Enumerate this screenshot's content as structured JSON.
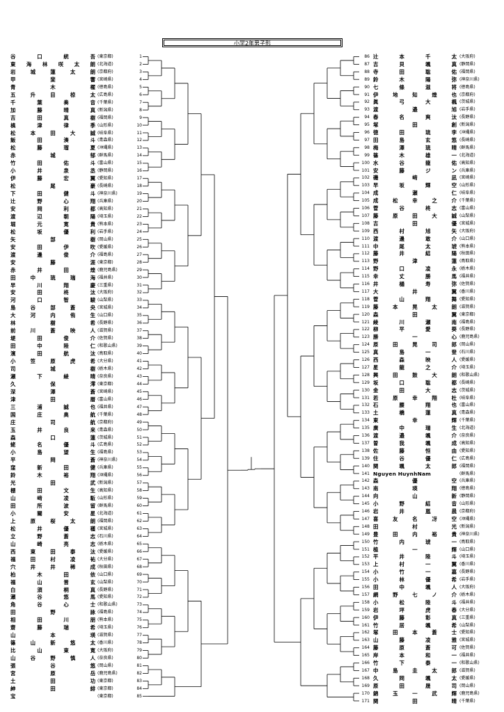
{
  "title": "小学2年男子形",
  "left": [
    {
      "n": "1",
      "name": "谷口 統吾",
      "pref": "(東京都)"
    },
    {
      "n": "2",
      "name": "東海林 咲太朗",
      "pref": "(北海道)"
    },
    {
      "n": "3",
      "name": "岩城 蓮太朗",
      "pref": "(京都府)"
    },
    {
      "n": "4",
      "name": "甲斐 響",
      "pref": "(宮崎県)"
    },
    {
      "n": "5",
      "name": "青木 櫂",
      "pref": "(徳島県)"
    },
    {
      "n": "6",
      "name": "五升目 椋太",
      "pref": "(広島県)"
    },
    {
      "n": "7",
      "name": "千葉 奏音",
      "pref": "(千葉県)"
    },
    {
      "n": "8",
      "name": "加藤 晴真",
      "pref": "(新潟県)"
    },
    {
      "n": "9",
      "name": "吉田 真樹",
      "pref": "(福岡県)"
    },
    {
      "n": "10",
      "name": "槙 津律季",
      "pref": "(山形県)"
    },
    {
      "n": "11",
      "name": "松本 田大誠",
      "pref": "(岐阜県)"
    },
    {
      "n": "12",
      "name": "飯田 湊斗",
      "pref": "(青森県)"
    },
    {
      "n": "13",
      "name": "松藤 瑠夏",
      "pref": "(沖縄県)"
    },
    {
      "n": "14",
      "name": "赤 城 郁",
      "pref": "(群馬県)"
    },
    {
      "n": "15",
      "name": "竹 田 佑斗",
      "pref": "(富山県)"
    },
    {
      "n": "16",
      "name": "小 井泉 丞",
      "pref": "(静岡県)"
    },
    {
      "n": "17",
      "name": "伊藤 宏翼",
      "pref": "(愛知県)"
    },
    {
      "n": "18",
      "name": "松 尾 豪",
      "pref": "(長崎県)"
    },
    {
      "n": "19",
      "name": "下田 健斗",
      "pref": "(神奈川県)"
    },
    {
      "n": "20",
      "name": "辻野 心翔",
      "pref": "(兵庫県)"
    },
    {
      "n": "21",
      "name": "安岡 利都",
      "pref": "(高知県)"
    },
    {
      "n": "22",
      "name": "渡辺 朝陽",
      "pref": "(埼玉県)"
    },
    {
      "n": "23",
      "name": "堀 元 寛貴",
      "pref": "(熊本県)"
    },
    {
      "n": "24",
      "name": "松坂 優利",
      "pref": "(岩手県)"
    },
    {
      "n": "25",
      "name": "矢 部 樹",
      "pref": "(岡山県)"
    },
    {
      "n": "26",
      "name": "安田 伊吹",
      "pref": "(愛媛県)"
    },
    {
      "n": "27",
      "name": "渡邊 俊介",
      "pref": "(福島県)"
    },
    {
      "n": "28",
      "name": "安 藤 涯",
      "pref": "(東京都)"
    },
    {
      "n": "29",
      "name": "赤井 田煌",
      "pref": "(鹿児島県)"
    },
    {
      "n": "30",
      "name": "田中 琉瑞海",
      "pref": "(福井県)"
    },
    {
      "n": "31",
      "name": "早川 翔 慶",
      "pref": "(三重県)"
    },
    {
      "n": "32",
      "name": "安田 柊汰",
      "pref": "(大阪府)"
    },
    {
      "n": "33",
      "name": "河口 智駿",
      "pref": "(山梨県)"
    },
    {
      "n": "34",
      "name": "島谷 部 蒼央",
      "pref": "(宮城県)"
    },
    {
      "n": "35",
      "name": "大河 内侑生",
      "pref": "(山口県)"
    },
    {
      "n": "36",
      "name": "林 樹希",
      "pref": "(長野県)"
    },
    {
      "n": "37",
      "name": "前川 蒼映人",
      "pref": "(滋賀県)"
    },
    {
      "n": "38",
      "name": "堤田 俊介",
      "pref": "(佐賀県)"
    },
    {
      "n": "39",
      "name": "田 中 陸仁",
      "pref": "(和歌山県)"
    },
    {
      "n": "40",
      "name": "濱田 航汰",
      "pref": "(鳥取県)"
    },
    {
      "n": "41",
      "name": "小笠原 虎希",
      "pref": "(大分県)"
    },
    {
      "n": "42",
      "name": "司城 樹",
      "pref": "(栃木県)"
    },
    {
      "n": "43",
      "name": "瀬下 綾晴",
      "pref": "(奈良県)"
    },
    {
      "n": "44",
      "name": "久保 澪",
      "pref": "(東京都)"
    },
    {
      "n": "45",
      "name": "深 澤 蒼",
      "pref": "(宮崎県)"
    },
    {
      "n": "46",
      "name": "津田 暦",
      "pref": "(富山県)"
    },
    {
      "n": "47",
      "name": "三浦 誠也",
      "pref": "(福井県)"
    },
    {
      "n": "48",
      "name": "国庄 奥 航",
      "pref": "(千葉県)"
    },
    {
      "n": "49",
      "name": "庄 司 航",
      "pref": "(京都府)"
    },
    {
      "n": "50",
      "name": "玉井 良来",
      "pref": "(青森県)"
    },
    {
      "n": "51",
      "name": "森 口 蓮",
      "pref": "(茨城県)"
    },
    {
      "n": "52",
      "name": "蛯名 優斗",
      "pref": "(広島県)"
    },
    {
      "n": "53",
      "name": "小島 望生",
      "pref": "(福島県)"
    },
    {
      "n": "54",
      "name": "平 岡 蒼",
      "pref": "(神奈川県)"
    },
    {
      "n": "55",
      "name": "窪 新 田健",
      "pref": "(兵庫県)"
    },
    {
      "n": "56",
      "name": "鈴木 裕翔",
      "pref": "(沖縄県)"
    },
    {
      "n": "57",
      "name": "光田 武",
      "pref": "(新潟県)"
    },
    {
      "n": "58",
      "name": "棚 田 文生",
      "pref": "(高知県)"
    },
    {
      "n": "59",
      "name": "山 﨑 凌 駈",
      "pref": "(山形県)"
    },
    {
      "n": "60",
      "name": "田 所 波留",
      "pref": "(群馬県)"
    },
    {
      "n": "61",
      "name": "小 關 安星",
      "pref": "(北海道)"
    },
    {
      "n": "62",
      "name": "上原 桜太朗",
      "pref": "(福岡県)"
    },
    {
      "n": "63",
      "name": "松 井 優穫",
      "pref": "(宮城県)"
    },
    {
      "n": "64",
      "name": "立野 蒼志",
      "pref": "(石川県)"
    },
    {
      "n": "65",
      "name": "山 崎 亮志",
      "pref": "(栃木県)"
    },
    {
      "n": "66",
      "name": "西 東 田 泰汰",
      "pref": "(愛媛県)"
    },
    {
      "n": "67",
      "name": "福 田 村 凌祐",
      "pref": "(大分県)"
    },
    {
      "n": "68",
      "name": "穴 井 井 稀成",
      "pref": "(秋田県)"
    },
    {
      "n": "69",
      "name": "柏 木 田 依",
      "pref": "(山口県)"
    },
    {
      "n": "70",
      "name": "福 山 晋玄",
      "pref": "(山梨県)"
    },
    {
      "n": "71",
      "name": "白 須 桐真",
      "pref": "(長野県)"
    },
    {
      "n": "72",
      "name": "瀬 谷 悠馬",
      "pref": "(愛知県)"
    },
    {
      "n": "73",
      "name": "角 谷 心士",
      "pref": "(和歌山県)"
    },
    {
      "n": "74",
      "name": "田 野 詠",
      "pref": "(福島県)"
    },
    {
      "n": "75",
      "name": "相 田 川 朋",
      "pref": "(熊本県)"
    },
    {
      "n": "76",
      "name": "齋 藤 瑞希",
      "pref": "(埼玉県)"
    },
    {
      "n": "77",
      "name": "山 本 瑛",
      "pref": "(滋賀県)"
    },
    {
      "n": "78",
      "name": "篠 山 新 悠太",
      "pref": "(香川県)"
    },
    {
      "n": "79",
      "name": "比 山 東 寛",
      "pref": "(大阪府)"
    },
    {
      "n": "80",
      "name": "山 谷 野 慎人",
      "pref": "(奈良県)"
    },
    {
      "n": "81",
      "name": "張 谷 悠",
      "pref": "(岡山県)"
    },
    {
      "n": "82",
      "name": "宮 原 岳",
      "pref": "(鹿児島県)"
    },
    {
      "n": "83",
      "name": "土 田 功",
      "pref": "(東京都)"
    },
    {
      "n": "84",
      "name": "紳 田 緋",
      "pref": "(東京都)"
    },
    {
      "n": "85",
      "name": "宝",
      "pref": "(東京都)"
    }
  ],
  "right": [
    {
      "n": "86",
      "name": "辻本 千太",
      "pref": "(大阪府)"
    },
    {
      "n": "87",
      "name": "吉貝 颯真",
      "pref": "(静岡県)"
    },
    {
      "n": "88",
      "name": "寺田 聡佑",
      "pref": "(福岡県)"
    },
    {
      "n": "89",
      "name": "鈴木 陽弥",
      "pref": "(神奈川県)"
    },
    {
      "n": "90",
      "name": "七條 滋将",
      "pref": "(徳島県)"
    },
    {
      "n": "91",
      "name": "伊地知 煌也",
      "pref": "(京都府)"
    },
    {
      "n": "92",
      "name": "眞弓 大楓",
      "pref": "(茨城県)"
    },
    {
      "n": "93",
      "name": "渡 邉 旭",
      "pref": "(岩手県)"
    },
    {
      "n": "94",
      "name": "春名 爽汰",
      "pref": "(長野県)"
    },
    {
      "n": "95",
      "name": "塚田 創",
      "pref": "(新潟県)"
    },
    {
      "n": "96",
      "name": "徳田 琉李",
      "pref": "(沖縄県)"
    },
    {
      "n": "97",
      "name": "田島 玄悠",
      "pref": "(長崎県)"
    },
    {
      "n": "98",
      "name": "梅澤 琉晴",
      "pref": "(群馬県)"
    },
    {
      "n": "99",
      "name": "篠木 雄一",
      "pref": "(北海道)"
    },
    {
      "n": "100",
      "name": "水谷 龍佑",
      "pref": "(高知県)"
    },
    {
      "n": "101",
      "name": "安藤 ジン",
      "pref": "(兵庫県)"
    },
    {
      "n": "102",
      "name": "磯 﨑 凪",
      "pref": "(宮崎県)"
    },
    {
      "n": "103",
      "name": "早坂 輝空",
      "pref": "(山形県)"
    },
    {
      "n": "104",
      "name": "成 瀬 仁",
      "pref": "(岐阜県)"
    },
    {
      "n": "105",
      "name": "成松 幸之介",
      "pref": "(千葉県)"
    },
    {
      "n": "106",
      "name": "菅谷 柊志",
      "pref": "(富山県)"
    },
    {
      "n": "107",
      "name": "藤原 田大誠",
      "pref": "(山梨県)"
    },
    {
      "n": "108",
      "name": "吉 田 優",
      "pref": "(宮城県)"
    },
    {
      "n": "109",
      "name": "西村 旭矢",
      "pref": "(大阪府)"
    },
    {
      "n": "110",
      "name": "渡邊 敢介",
      "pref": "(山口県)"
    },
    {
      "n": "111",
      "name": "中尾 太琥",
      "pref": "(熊本県)"
    },
    {
      "n": "112",
      "name": "藤 井 結陽",
      "pref": "(秋田県)"
    },
    {
      "n": "113",
      "name": "野 津 蓮",
      "pref": "(鳥取県)"
    },
    {
      "n": "114",
      "name": "野口 凌永",
      "pref": "(栃木県)"
    },
    {
      "n": "115",
      "name": "幸 丈 勝馬",
      "pref": "(福井県)"
    },
    {
      "n": "116",
      "name": "井 樋 寿弥",
      "pref": "(佐賀県)"
    },
    {
      "n": "117",
      "name": "大 井 翼",
      "pref": "(香川県)"
    },
    {
      "n": "118",
      "name": "菅山 翔舞",
      "pref": "(愛知県)"
    },
    {
      "n": "119",
      "name": "藤本 晃太朗",
      "pref": "(滋賀県)"
    },
    {
      "n": "120",
      "name": "森 田 翼",
      "pref": "(東京都)"
    },
    {
      "n": "121",
      "name": "綾川 瀬南",
      "pref": "(福島県)"
    },
    {
      "n": "122",
      "name": "柳 平 愛葵",
      "pref": "(長野県)"
    },
    {
      "n": "123",
      "name": "勝 一 心",
      "pref": "(鹿児島県)"
    },
    {
      "n": "124",
      "name": "原田 晃司郎",
      "pref": "(岡山県)"
    },
    {
      "n": "125",
      "name": "真島 一登",
      "pref": "(石川県)"
    },
    {
      "n": "126",
      "name": "西森 映人",
      "pref": "(愛媛県)"
    },
    {
      "n": "127",
      "name": "星 龍之介",
      "pref": "(埼玉県)"
    },
    {
      "n": "128",
      "name": "興田 鼓大朗",
      "pref": "(和歌山県)"
    },
    {
      "n": "129",
      "name": "坂口 聡都",
      "pref": "(長崎県)"
    },
    {
      "n": "130",
      "name": "金田 大志",
      "pref": "(茨城県)"
    },
    {
      "n": "131",
      "name": "若原 幸翔杜",
      "pref": "(岐阜県)"
    },
    {
      "n": "132",
      "name": "石腰 翔也",
      "pref": "(富山県)"
    },
    {
      "n": "133",
      "name": "土橋 蓮真",
      "pref": "(青森県)"
    },
    {
      "n": "134",
      "name": "東 幸輝",
      "pref": "(千葉県)"
    },
    {
      "n": "135",
      "name": "廣中 瑞生",
      "pref": "(北海道)"
    },
    {
      "n": "136",
      "name": "渡邉 颯介",
      "pref": "(奈良県)"
    },
    {
      "n": "137",
      "name": "曽 我 颯成",
      "pref": "(高知県)"
    },
    {
      "n": "138",
      "name": "佐 藤 恒由",
      "pref": "(愛知県)"
    },
    {
      "n": "139",
      "name": "住 谷 優仁",
      "pref": "(広島県)"
    },
    {
      "n": "140",
      "name": "関 颯太郎",
      "pref": "(福岡県)"
    },
    {
      "n": "141",
      "name": "Nguyen HuynhNam",
      "pref": "(群馬県)",
      "plain": true
    },
    {
      "n": "142",
      "name": "森 優 空",
      "pref": "(兵庫県)"
    },
    {
      "n": "143",
      "name": "南 瑛 翔",
      "pref": "(徳島県)"
    },
    {
      "n": "144",
      "name": "向 山 新",
      "pref": "(静岡県)"
    },
    {
      "n": "145",
      "name": "小野 結音",
      "pref": "(山形県)"
    },
    {
      "n": "146",
      "name": "岩井 嵐晨",
      "pref": "(京都府)"
    },
    {
      "n": "147",
      "name": "喜友名 冴空",
      "pref": "(沖縄県)"
    },
    {
      "n": "148",
      "name": "田 村 光",
      "pref": "(新潟県)"
    },
    {
      "n": "149",
      "name": "豊田 内裕貴",
      "pref": "(神奈川県)"
    },
    {
      "n": "150",
      "name": "竹 内 琥一",
      "pref": "(鳥取県)"
    },
    {
      "n": "151",
      "name": "植 一 輝",
      "pref": "(山口県)"
    },
    {
      "n": "152",
      "name": "平 井 陸斗",
      "pref": "(埼玉県)"
    },
    {
      "n": "153",
      "name": "上 村 一 翼",
      "pref": "(香川県)"
    },
    {
      "n": "154",
      "name": "小 竹 一 嘉",
      "pref": "(長野県)"
    },
    {
      "n": "155",
      "name": "小 林 優希",
      "pref": "(岩手県)"
    },
    {
      "n": "156",
      "name": "田 中 颯人",
      "pref": "(大阪府)"
    },
    {
      "n": "157",
      "name": "網野 七ノ介",
      "pref": "(栃木県)"
    },
    {
      "n": "158",
      "name": "小松 陸斗",
      "pref": "(福井県)"
    },
    {
      "n": "159",
      "name": "岩 坪 虎春",
      "pref": "(大分県)"
    },
    {
      "n": "160",
      "name": "伊藤 彰真",
      "pref": "(三重県)"
    },
    {
      "n": "161",
      "name": "竹 居 颯希",
      "pref": "(山梨県)"
    },
    {
      "n": "162",
      "name": "塚田 本蒼士",
      "pref": "(愛知県)"
    },
    {
      "n": "163",
      "name": "山藤 凌雅",
      "pref": "(宮城県)"
    },
    {
      "n": "164",
      "name": "藤 原 蒼可",
      "pref": "(佐賀県)"
    },
    {
      "n": "165",
      "name": "岸 本 和一",
      "pref": "(福井県)"
    },
    {
      "n": "166",
      "name": "竹 下 泰一",
      "pref": "(和歌山県)"
    },
    {
      "n": "167",
      "name": "中島 圭太郎",
      "pref": "(滋賀県)"
    },
    {
      "n": "168",
      "name": "久岡 颯太",
      "pref": "(愛媛県)"
    },
    {
      "n": "169",
      "name": "原田 晟司",
      "pref": "(岡山県)"
    },
    {
      "n": "170",
      "name": "錦 玉 一武輝",
      "pref": "(鹿児島県)"
    },
    {
      "n": "171",
      "name": "関 田 晴",
      "pref": "(千葉県)"
    }
  ]
}
